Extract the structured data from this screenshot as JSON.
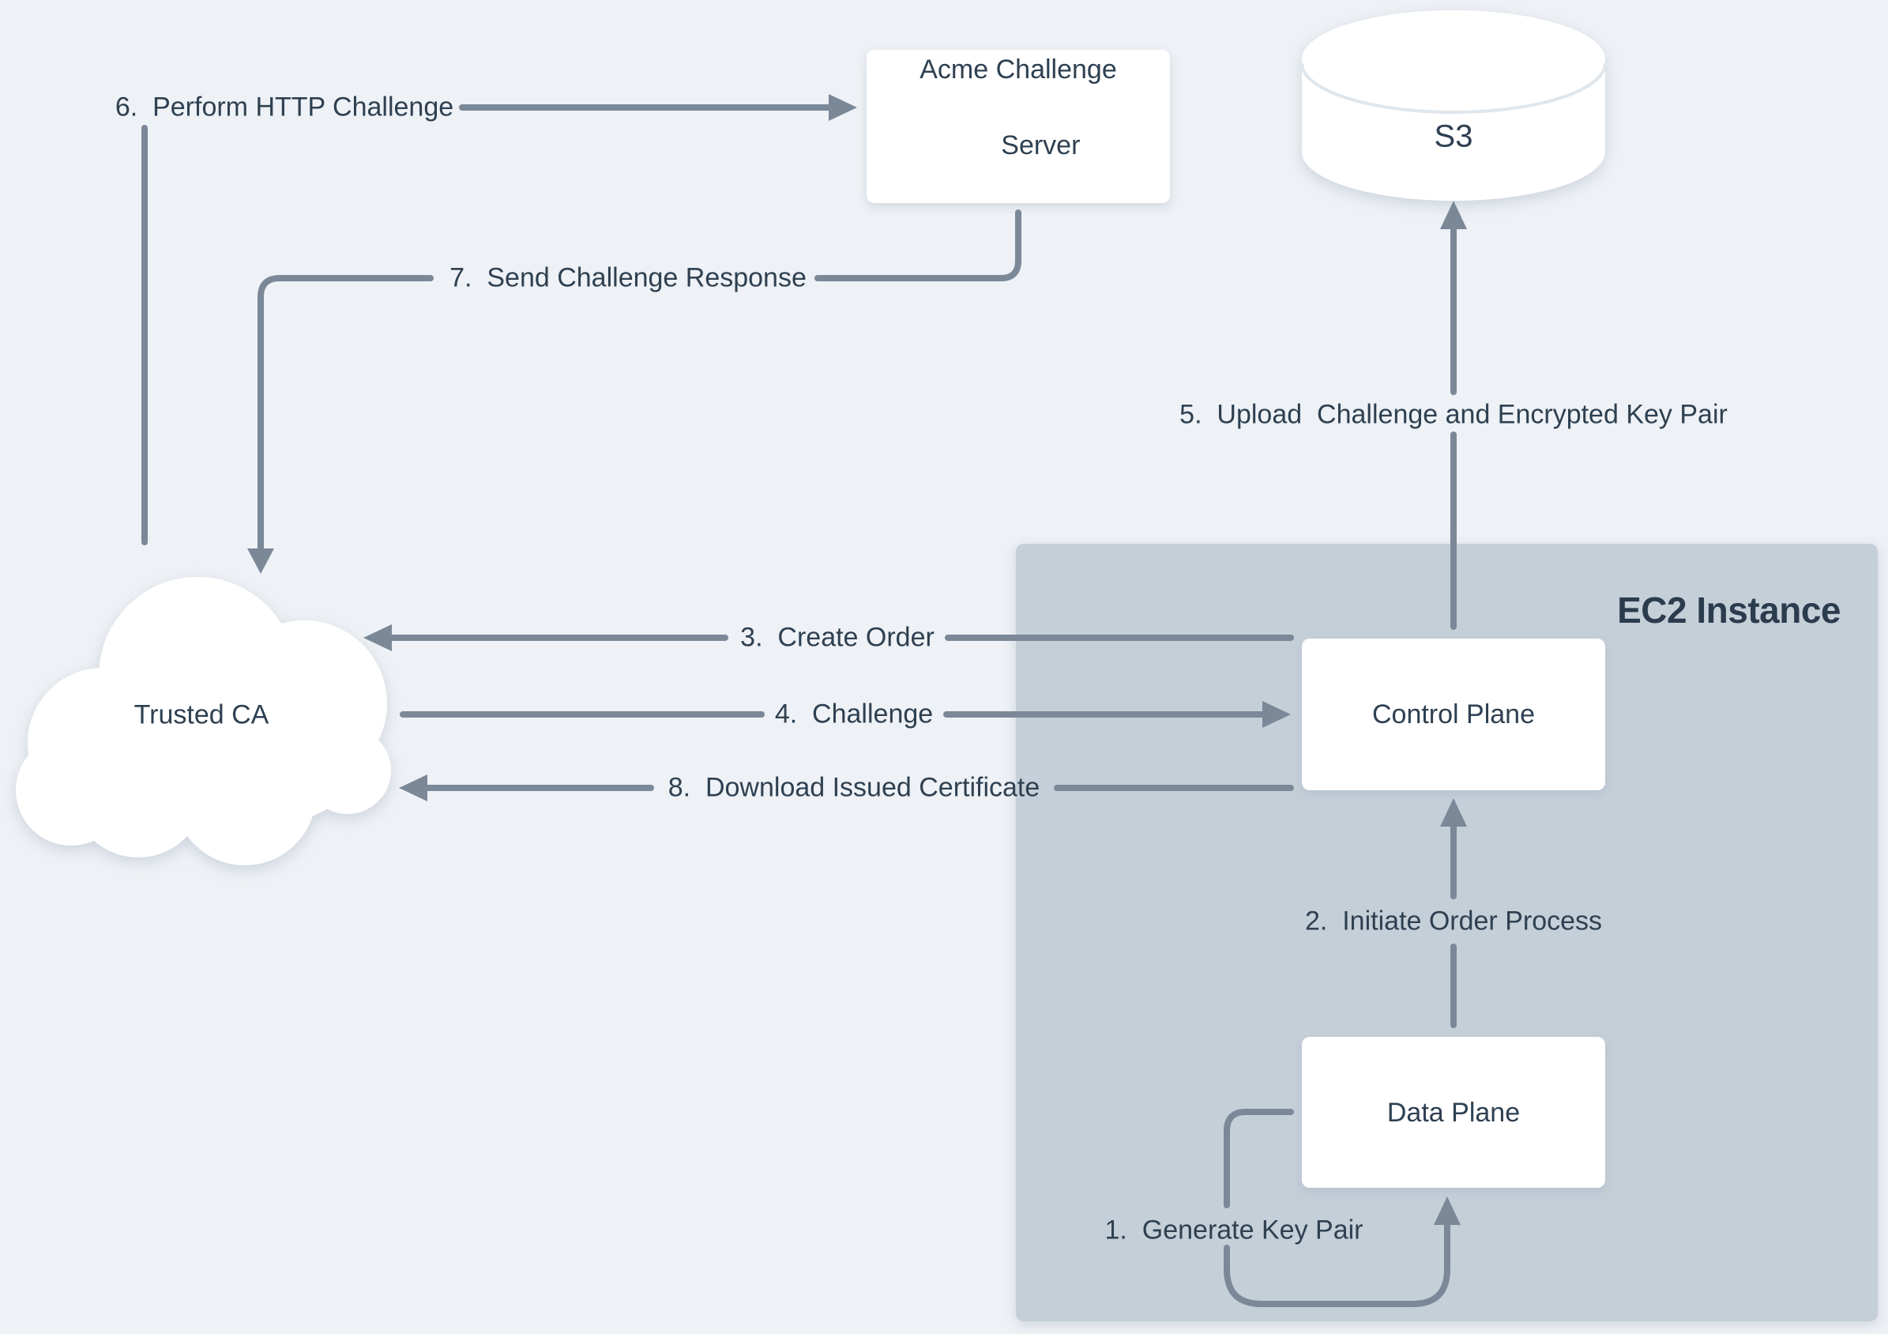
{
  "diagram": {
    "title_implicit": "ACME certificate issuance flow",
    "colors": {
      "background": "#eef1f5",
      "ec2_fill": "#c5cfd8",
      "wire": "#7a8898",
      "text": "#2e4051",
      "node_fill": "#ffffff"
    }
  },
  "nodes": {
    "acme": {
      "label_line1": "Acme Challenge",
      "label_line2": "Server"
    },
    "s3": {
      "label": "S3"
    },
    "trusted_ca": {
      "label": "Trusted CA"
    },
    "ec2": {
      "label": "EC2 Instance"
    },
    "control_plane": {
      "label": "Control Plane"
    },
    "data_plane": {
      "label": "Data Plane"
    }
  },
  "steps": [
    {
      "id": "1",
      "label": "1.  Generate Key Pair",
      "from": "Data Plane",
      "to": "Data Plane"
    },
    {
      "id": "2",
      "label": "2.  Initiate Order Process",
      "from": "Data Plane",
      "to": "Control Plane"
    },
    {
      "id": "3",
      "label": "3.  Create Order",
      "from": "Control Plane",
      "to": "Trusted CA"
    },
    {
      "id": "4",
      "label": "4.  Challenge",
      "from": "Trusted CA",
      "to": "Control Plane"
    },
    {
      "id": "5",
      "label": "5.  Upload  Challenge and Encrypted Key Pair",
      "from": "Control Plane",
      "to": "S3"
    },
    {
      "id": "6",
      "label": "6.  Perform HTTP Challenge",
      "from": "Trusted CA",
      "to": "Acme Challenge Server"
    },
    {
      "id": "7",
      "label": "7.  Send Challenge Response",
      "from": "Acme Challenge Server",
      "to": "Trusted CA"
    },
    {
      "id": "8",
      "label": "8.  Download Issued Certificate",
      "from": "Control Plane",
      "to": "Trusted CA"
    }
  ]
}
